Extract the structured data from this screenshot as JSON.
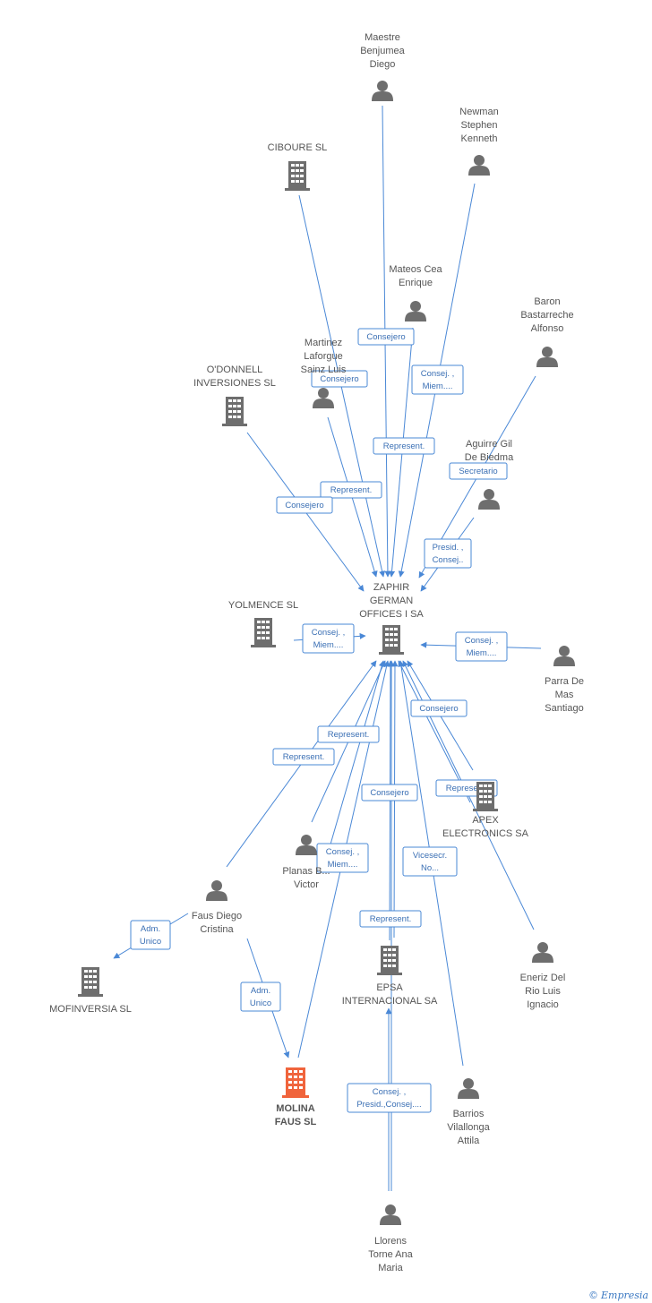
{
  "colors": {
    "edge": "#4a88d6",
    "node": "#6e6e6e",
    "focus": "#f0643c",
    "label": "#555555"
  },
  "nodes": [
    {
      "id": "maestre",
      "type": "person",
      "label": [
        "Maestre",
        "Benjumea",
        "Diego"
      ]
    },
    {
      "id": "newman",
      "type": "person",
      "label": [
        "Newman",
        "Stephen",
        "Kenneth"
      ]
    },
    {
      "id": "ciboure",
      "type": "company",
      "label": [
        "CIBOURE SL"
      ]
    },
    {
      "id": "mateos",
      "type": "person",
      "label": [
        "Mateos Cea",
        "Enrique"
      ]
    },
    {
      "id": "baron",
      "type": "person",
      "label": [
        "Baron",
        "Bastarreche",
        "Alfonso"
      ]
    },
    {
      "id": "martinez",
      "type": "person",
      "label": [
        "Martinez",
        "Laforgue",
        "Sainz Luis"
      ]
    },
    {
      "id": "odonnell",
      "type": "company",
      "label": [
        "O'DONNELL",
        "INVERSIONES SL"
      ]
    },
    {
      "id": "aguirre",
      "type": "person",
      "label": [
        "Aguirre Gil",
        "De Biedma"
      ]
    },
    {
      "id": "zaphir",
      "type": "company",
      "label": [
        "ZAPHIR",
        "GERMAN",
        "OFFICES I SA"
      ]
    },
    {
      "id": "yolmence",
      "type": "company",
      "label": [
        "YOLMENCE SL"
      ]
    },
    {
      "id": "parra",
      "type": "person",
      "label": [
        "Parra De",
        "Mas",
        "Santiago"
      ]
    },
    {
      "id": "apex",
      "type": "company",
      "label": [
        "APEX",
        "ELECTRONICS SA"
      ]
    },
    {
      "id": "planas",
      "type": "person",
      "label": [
        "Planas B...",
        "Victor"
      ]
    },
    {
      "id": "faus",
      "type": "person",
      "label": [
        "Faus Diego",
        "Cristina"
      ]
    },
    {
      "id": "eneriz",
      "type": "person",
      "label": [
        "Eneriz Del",
        "Rio Luis",
        "Ignacio"
      ]
    },
    {
      "id": "mofinversia",
      "type": "company",
      "label": [
        "MOFINVERSIA SL"
      ]
    },
    {
      "id": "epsa",
      "type": "company",
      "label": [
        "EPSA",
        "INTERNACIONAL SA"
      ]
    },
    {
      "id": "molina",
      "type": "focus",
      "label": [
        "MOLINA",
        "FAUS SL"
      ]
    },
    {
      "id": "barrios",
      "type": "person",
      "label": [
        "Barrios",
        "Vilallonga",
        "Attila"
      ]
    },
    {
      "id": "llorens",
      "type": "person",
      "label": [
        "Llorens",
        "Torne Ana",
        "Maria"
      ]
    }
  ],
  "edge_labels": [
    {
      "id": "e1",
      "lines": [
        "Consejero"
      ]
    },
    {
      "id": "e2",
      "lines": [
        "Consej. ,",
        "Miem...."
      ]
    },
    {
      "id": "e3",
      "lines": [
        "Consejero"
      ]
    },
    {
      "id": "e4",
      "lines": [
        "Represent."
      ]
    },
    {
      "id": "e5",
      "lines": [
        "Secretario"
      ]
    },
    {
      "id": "e6",
      "lines": [
        "Represent."
      ]
    },
    {
      "id": "e7",
      "lines": [
        "Consejero"
      ]
    },
    {
      "id": "e8",
      "lines": [
        "Presid. ,",
        "Consej.."
      ]
    },
    {
      "id": "e9",
      "lines": [
        "Consej. ,",
        "Miem...."
      ]
    },
    {
      "id": "e10",
      "lines": [
        "Consej. ,",
        "Miem...."
      ]
    },
    {
      "id": "e11",
      "lines": [
        "Consejero"
      ]
    },
    {
      "id": "e12",
      "lines": [
        "Represent."
      ]
    },
    {
      "id": "e13",
      "lines": [
        "Represent."
      ]
    },
    {
      "id": "e14",
      "lines": [
        "Consejero"
      ]
    },
    {
      "id": "e15",
      "lines": [
        "Represent."
      ]
    },
    {
      "id": "e16",
      "lines": [
        "Consej. ,",
        "Miem...."
      ]
    },
    {
      "id": "e17",
      "lines": [
        "Vicesecr.",
        "No..."
      ]
    },
    {
      "id": "e18",
      "lines": [
        "Adm.",
        "Unico"
      ]
    },
    {
      "id": "e19",
      "lines": [
        "Represent."
      ]
    },
    {
      "id": "e20",
      "lines": [
        "Adm.",
        "Unico"
      ]
    },
    {
      "id": "e21",
      "lines": [
        "Consej. ,",
        "Presid.,Consej...."
      ]
    }
  ],
  "footer": {
    "copyright": "©",
    "brand": "Empresia"
  }
}
